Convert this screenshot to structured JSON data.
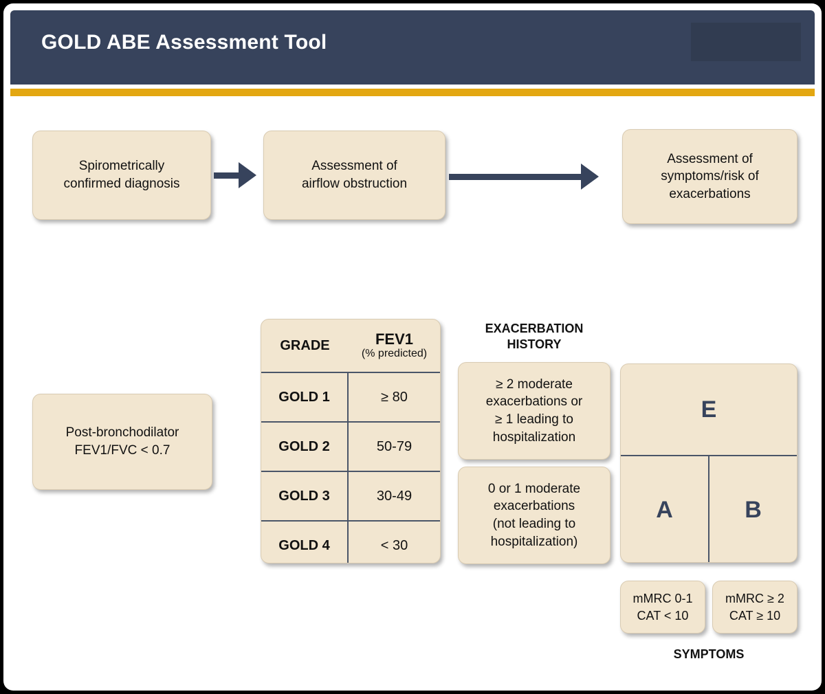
{
  "header": {
    "title": "GOLD ABE Assessment Tool",
    "accent_color": "#e3a711",
    "background_color": "#37435c"
  },
  "flow": {
    "steps": [
      {
        "label": "Spirometrically\nconfirmed diagnosis",
        "line1": "Spirometrically",
        "line2": "confirmed diagnosis"
      },
      {
        "label": "Assessment of\nairflow obstruction",
        "line1": "Assessment of",
        "line2": "airflow obstruction"
      },
      {
        "label": "Assessment of symptoms/risk of exacerbations",
        "line1": "Assessment of",
        "line2": "symptoms/risk of",
        "line3": "exacerbations"
      }
    ]
  },
  "diagnosis_criterion": {
    "line1": "Post-bronchodilator",
    "line2": "FEV1/FVC < 0.7"
  },
  "grade_table": {
    "headers": {
      "grade": "GRADE",
      "fev1_main": "FEV1",
      "fev1_sub": "(% predicted)"
    },
    "rows": [
      {
        "grade": "GOLD 1",
        "value": "≥ 80"
      },
      {
        "grade": "GOLD 2",
        "value": "50-79"
      },
      {
        "grade": "GOLD 3",
        "value": "30-49"
      },
      {
        "grade": "GOLD 4",
        "value": "< 30"
      }
    ]
  },
  "exacerbation_history": {
    "title_line1": "EXACERBATION",
    "title_line2": "HISTORY",
    "high_risk": {
      "line1": "≥ 2 moderate",
      "line2": "exacerbations or",
      "line3": "≥ 1 leading to",
      "line4": "hospitalization"
    },
    "low_risk": {
      "line1": "0 or 1 moderate",
      "line2": "exacerbations",
      "line3": "(not leading to",
      "line4": "hospitalization)"
    }
  },
  "abe_grid": {
    "group_e": "E",
    "group_a": "A",
    "group_b": "B",
    "letter_color": "#37435c"
  },
  "symptoms": {
    "label": "SYMPTOMS",
    "low": {
      "line1": "mMRC 0-1",
      "line2": "CAT < 10"
    },
    "high": {
      "line1": "mMRC ≥ 2",
      "line2": "CAT ≥ 10"
    }
  }
}
